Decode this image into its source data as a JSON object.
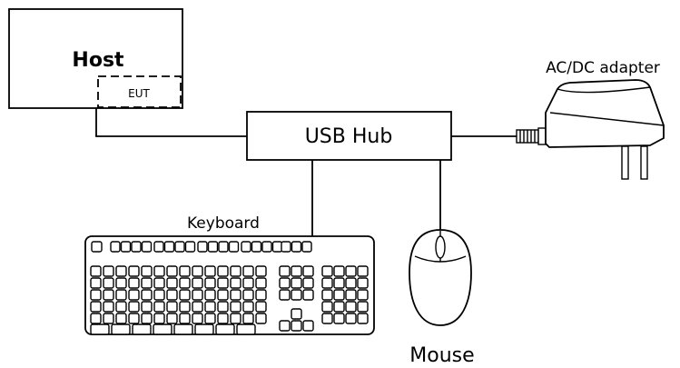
{
  "diagram": {
    "host": {
      "label": "Host"
    },
    "eut": {
      "label": "EUT"
    },
    "usb_hub": {
      "label": "USB Hub"
    },
    "adapter": {
      "label": "AC/DC adapter"
    },
    "keyboard": {
      "label": "Keyboard"
    },
    "mouse": {
      "label": "Mouse"
    }
  }
}
